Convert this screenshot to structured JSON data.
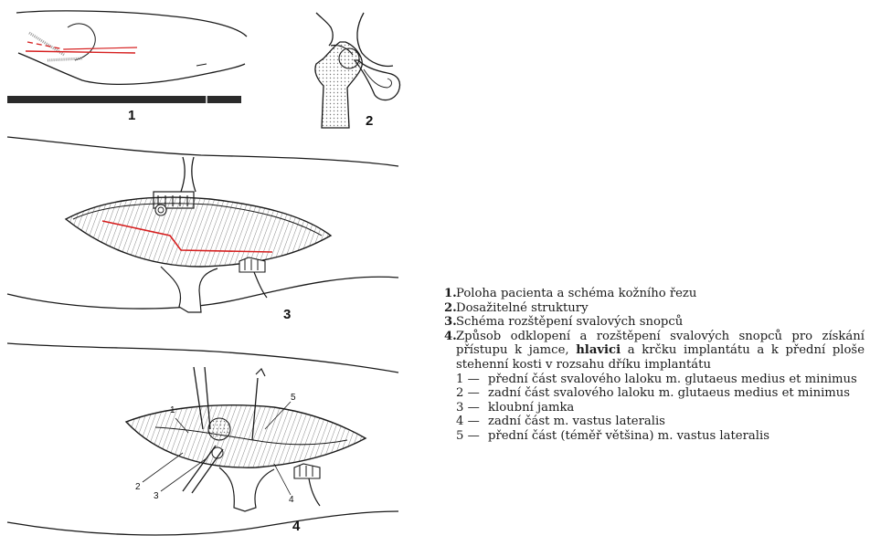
{
  "figure_numbers": [
    "1",
    "2",
    "3",
    "4"
  ],
  "part_labels": [
    "1",
    "2",
    "3",
    "4",
    "5"
  ],
  "legend": {
    "items": [
      {
        "num": "1.",
        "text": "Poloha pacienta a schéma kožního řezu"
      },
      {
        "num": "2.",
        "text": "Dosažitelné struktury"
      },
      {
        "num": "3.",
        "text": "Schéma rozštěpení svalových snopců"
      },
      {
        "num": "4.",
        "text_before": "Způsob odklopení a rozštěpení svalových snopců pro získání přístupu k jamce, ",
        "text_bold": "hlavici",
        "text_after": " a krčku implantátu a k přední ploše stehenní kosti v rozsahu dříku implantátu"
      }
    ],
    "subitems": [
      {
        "num": "1 —",
        "text": "přední část svalového laloku m. glutaeus medius et minimus"
      },
      {
        "num": "2 —",
        "text": "zadní část svalového laloku m. glutaeus medius et minimus"
      },
      {
        "num": "3 —",
        "text": "kloubní jamka"
      },
      {
        "num": "4 —",
        "text": "zadní část m. vastus lateralis"
      },
      {
        "num": "5 —",
        "text": "přední část (téměř většina) m. vastus lateralis"
      }
    ]
  },
  "colors": {
    "ink": "#1a1a1a",
    "incision": "#d61f1f",
    "table": "#2a2a2a",
    "stipple": "#9a9a9a"
  }
}
